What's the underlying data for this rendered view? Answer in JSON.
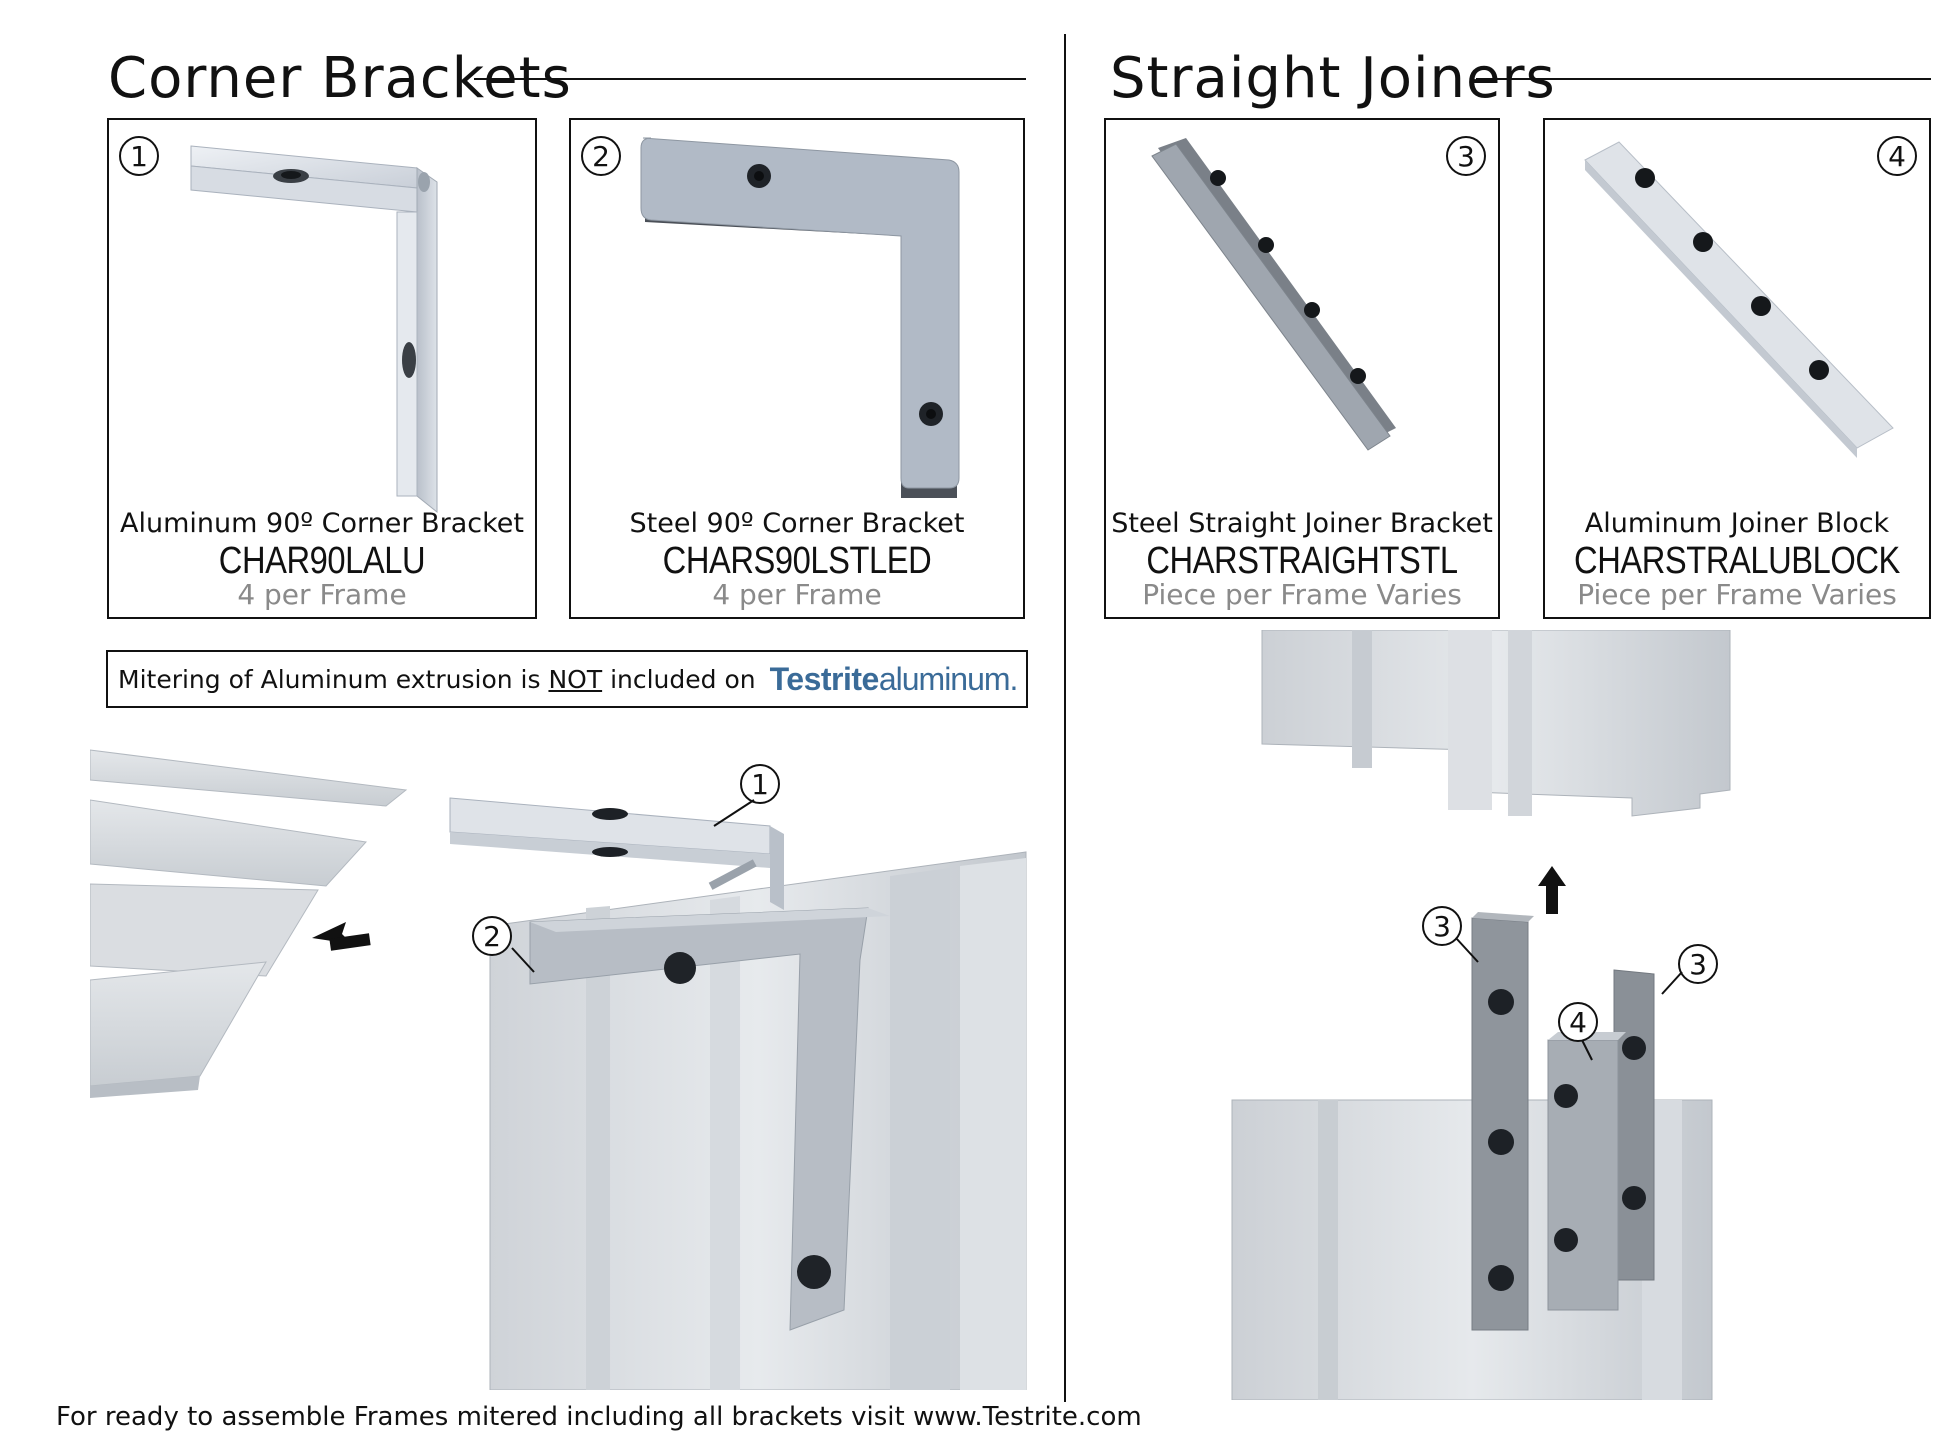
{
  "corner": {
    "title": "Corner Brackets",
    "cards": [
      {
        "num": "1",
        "desc": "Aluminum 90º Corner Bracket",
        "code": "CHAR90LALU",
        "qty": "4 per Frame"
      },
      {
        "num": "2",
        "desc": "Steel 90º Corner Bracket",
        "code": "CHARS90LSTLED",
        "qty": "4 per Frame"
      }
    ]
  },
  "straight": {
    "title": "Straight Joiners",
    "cards": [
      {
        "num": "3",
        "desc": "Steel Straight Joiner Bracket",
        "code": "CHARSTRAIGHTSTL",
        "qty": "Piece per Frame Varies"
      },
      {
        "num": "4",
        "desc": "Aluminum Joiner Block",
        "code": "CHARSTRALUBLOCK",
        "qty": "Piece per Frame Varies"
      }
    ]
  },
  "note": {
    "pre": "Mitering of Aluminum extrusion is",
    "not": "NOT",
    "post": "included on",
    "brand_bold": "Testrite",
    "brand_light": "aluminum."
  },
  "callouts": {
    "c1": "1",
    "c2": "2",
    "c3a": "3",
    "c3b": "3",
    "c4": "4"
  },
  "footer": "For ready to assemble Frames mitered including all brackets visit www.Testrite.com"
}
